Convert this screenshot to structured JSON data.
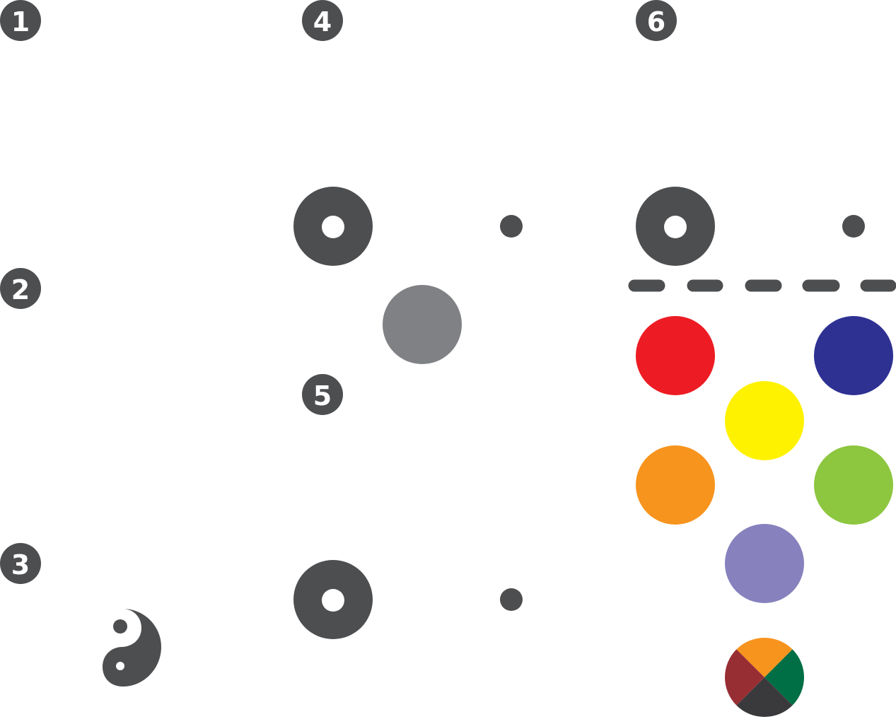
{
  "colors": {
    "dark_gray": "#4d4e50",
    "mid_gray": "#808184",
    "white": "#ffffff",
    "red": "#ed1c24",
    "navy": "#2e3192",
    "yellow": "#fff200",
    "orange": "#f7941e",
    "green": "#8dc63f",
    "lavender": "#8781bd",
    "maroon": "#972e34",
    "forest": "#006f45",
    "charcoal": "#3a3a3c"
  },
  "section_markers": [
    {
      "label": "1"
    },
    {
      "label": "2"
    },
    {
      "label": "3"
    },
    {
      "label": "4"
    },
    {
      "label": "5"
    },
    {
      "label": "6"
    }
  ],
  "palette_circles": [
    {
      "name": "red",
      "color": "#ed1c24"
    },
    {
      "name": "navy",
      "color": "#2e3192"
    },
    {
      "name": "yellow",
      "color": "#fff200"
    },
    {
      "name": "orange",
      "color": "#f7941e"
    },
    {
      "name": "green",
      "color": "#8dc63f"
    },
    {
      "name": "lavender",
      "color": "#8781bd"
    }
  ],
  "quadrant_circle": {
    "top": "#f7941e",
    "right": "#006f45",
    "bottom": "#3a3a3c",
    "left": "#972e34"
  },
  "dash_count": 5
}
